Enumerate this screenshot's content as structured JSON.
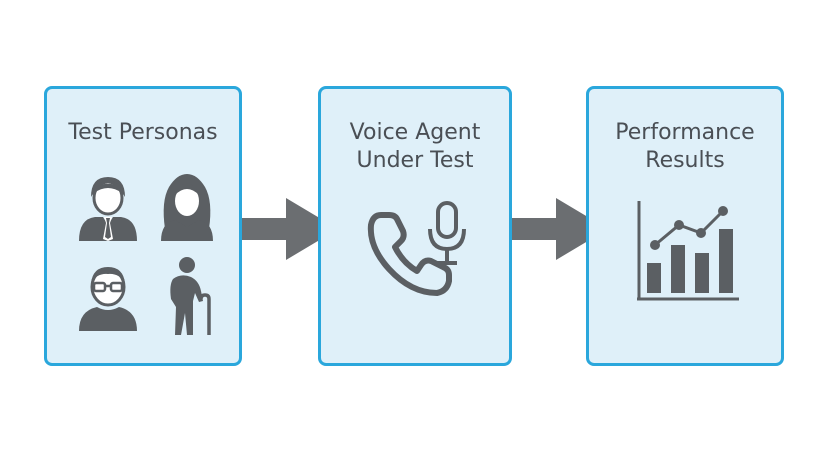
{
  "steps": [
    {
      "title": "Test Personas",
      "icons": [
        "man-with-tie-icon",
        "woman-icon",
        "man-with-glasses-icon",
        "elderly-person-with-cane-icon"
      ]
    },
    {
      "title_lines": [
        "Voice Agent",
        "Under Test"
      ],
      "icons": [
        "phone-handset-icon",
        "microphone-icon"
      ]
    },
    {
      "title_lines": [
        "Performance",
        "Results"
      ],
      "icons": [
        "bar-line-chart-icon"
      ]
    }
  ],
  "colors": {
    "panel_border": "#2aa7dc",
    "panel_fill": "#dff0f9",
    "icon": "#5b5f63",
    "arrow": "#6b6e71",
    "text": "#4a4f55"
  }
}
